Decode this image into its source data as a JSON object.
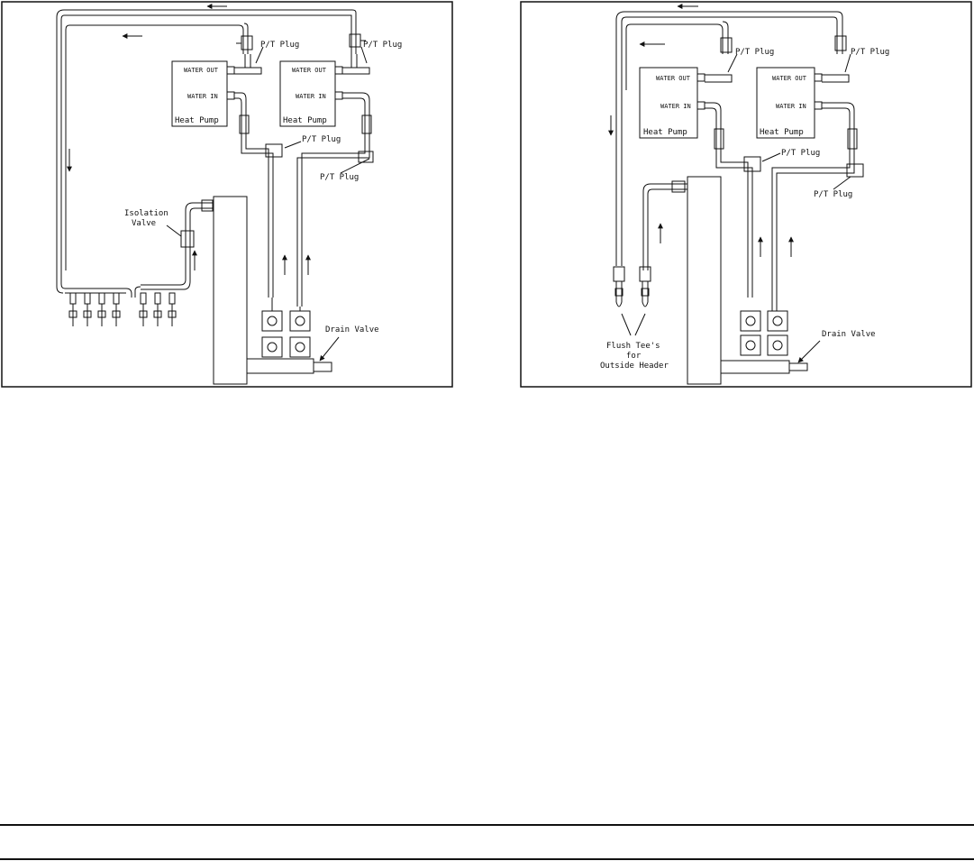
{
  "left_diagram": {
    "heat_pump_1": {
      "water_out": "WATER OUT",
      "water_in": "WATER IN",
      "title": "Heat Pump"
    },
    "heat_pump_2": {
      "water_out": "WATER OUT",
      "water_in": "WATER IN",
      "title": "Heat Pump"
    },
    "pt_plug_1": "P/T Plug",
    "pt_plug_2": "P/T Plug",
    "pt_plug_3": "P/T Plug",
    "pt_plug_4": "P/T Plug",
    "isolation_valve_line1": "Isolation",
    "isolation_valve_line2": "Valve",
    "drain_valve": "Drain Valve"
  },
  "right_diagram": {
    "heat_pump_1": {
      "water_out": "WATER OUT",
      "water_in": "WATER IN",
      "title": "Heat Pump"
    },
    "heat_pump_2": {
      "water_out": "WATER OUT",
      "water_in": "WATER IN",
      "title": "Heat Pump"
    },
    "pt_plug_1": "P/T Plug",
    "pt_plug_2": "P/T Plug",
    "pt_plug_3": "P/T Plug",
    "pt_plug_4": "P/T Plug",
    "flush_tees_line1": "Flush Tee's",
    "flush_tees_line2": "for",
    "flush_tees_line3": "Outside Header",
    "drain_valve": "Drain Valve"
  }
}
